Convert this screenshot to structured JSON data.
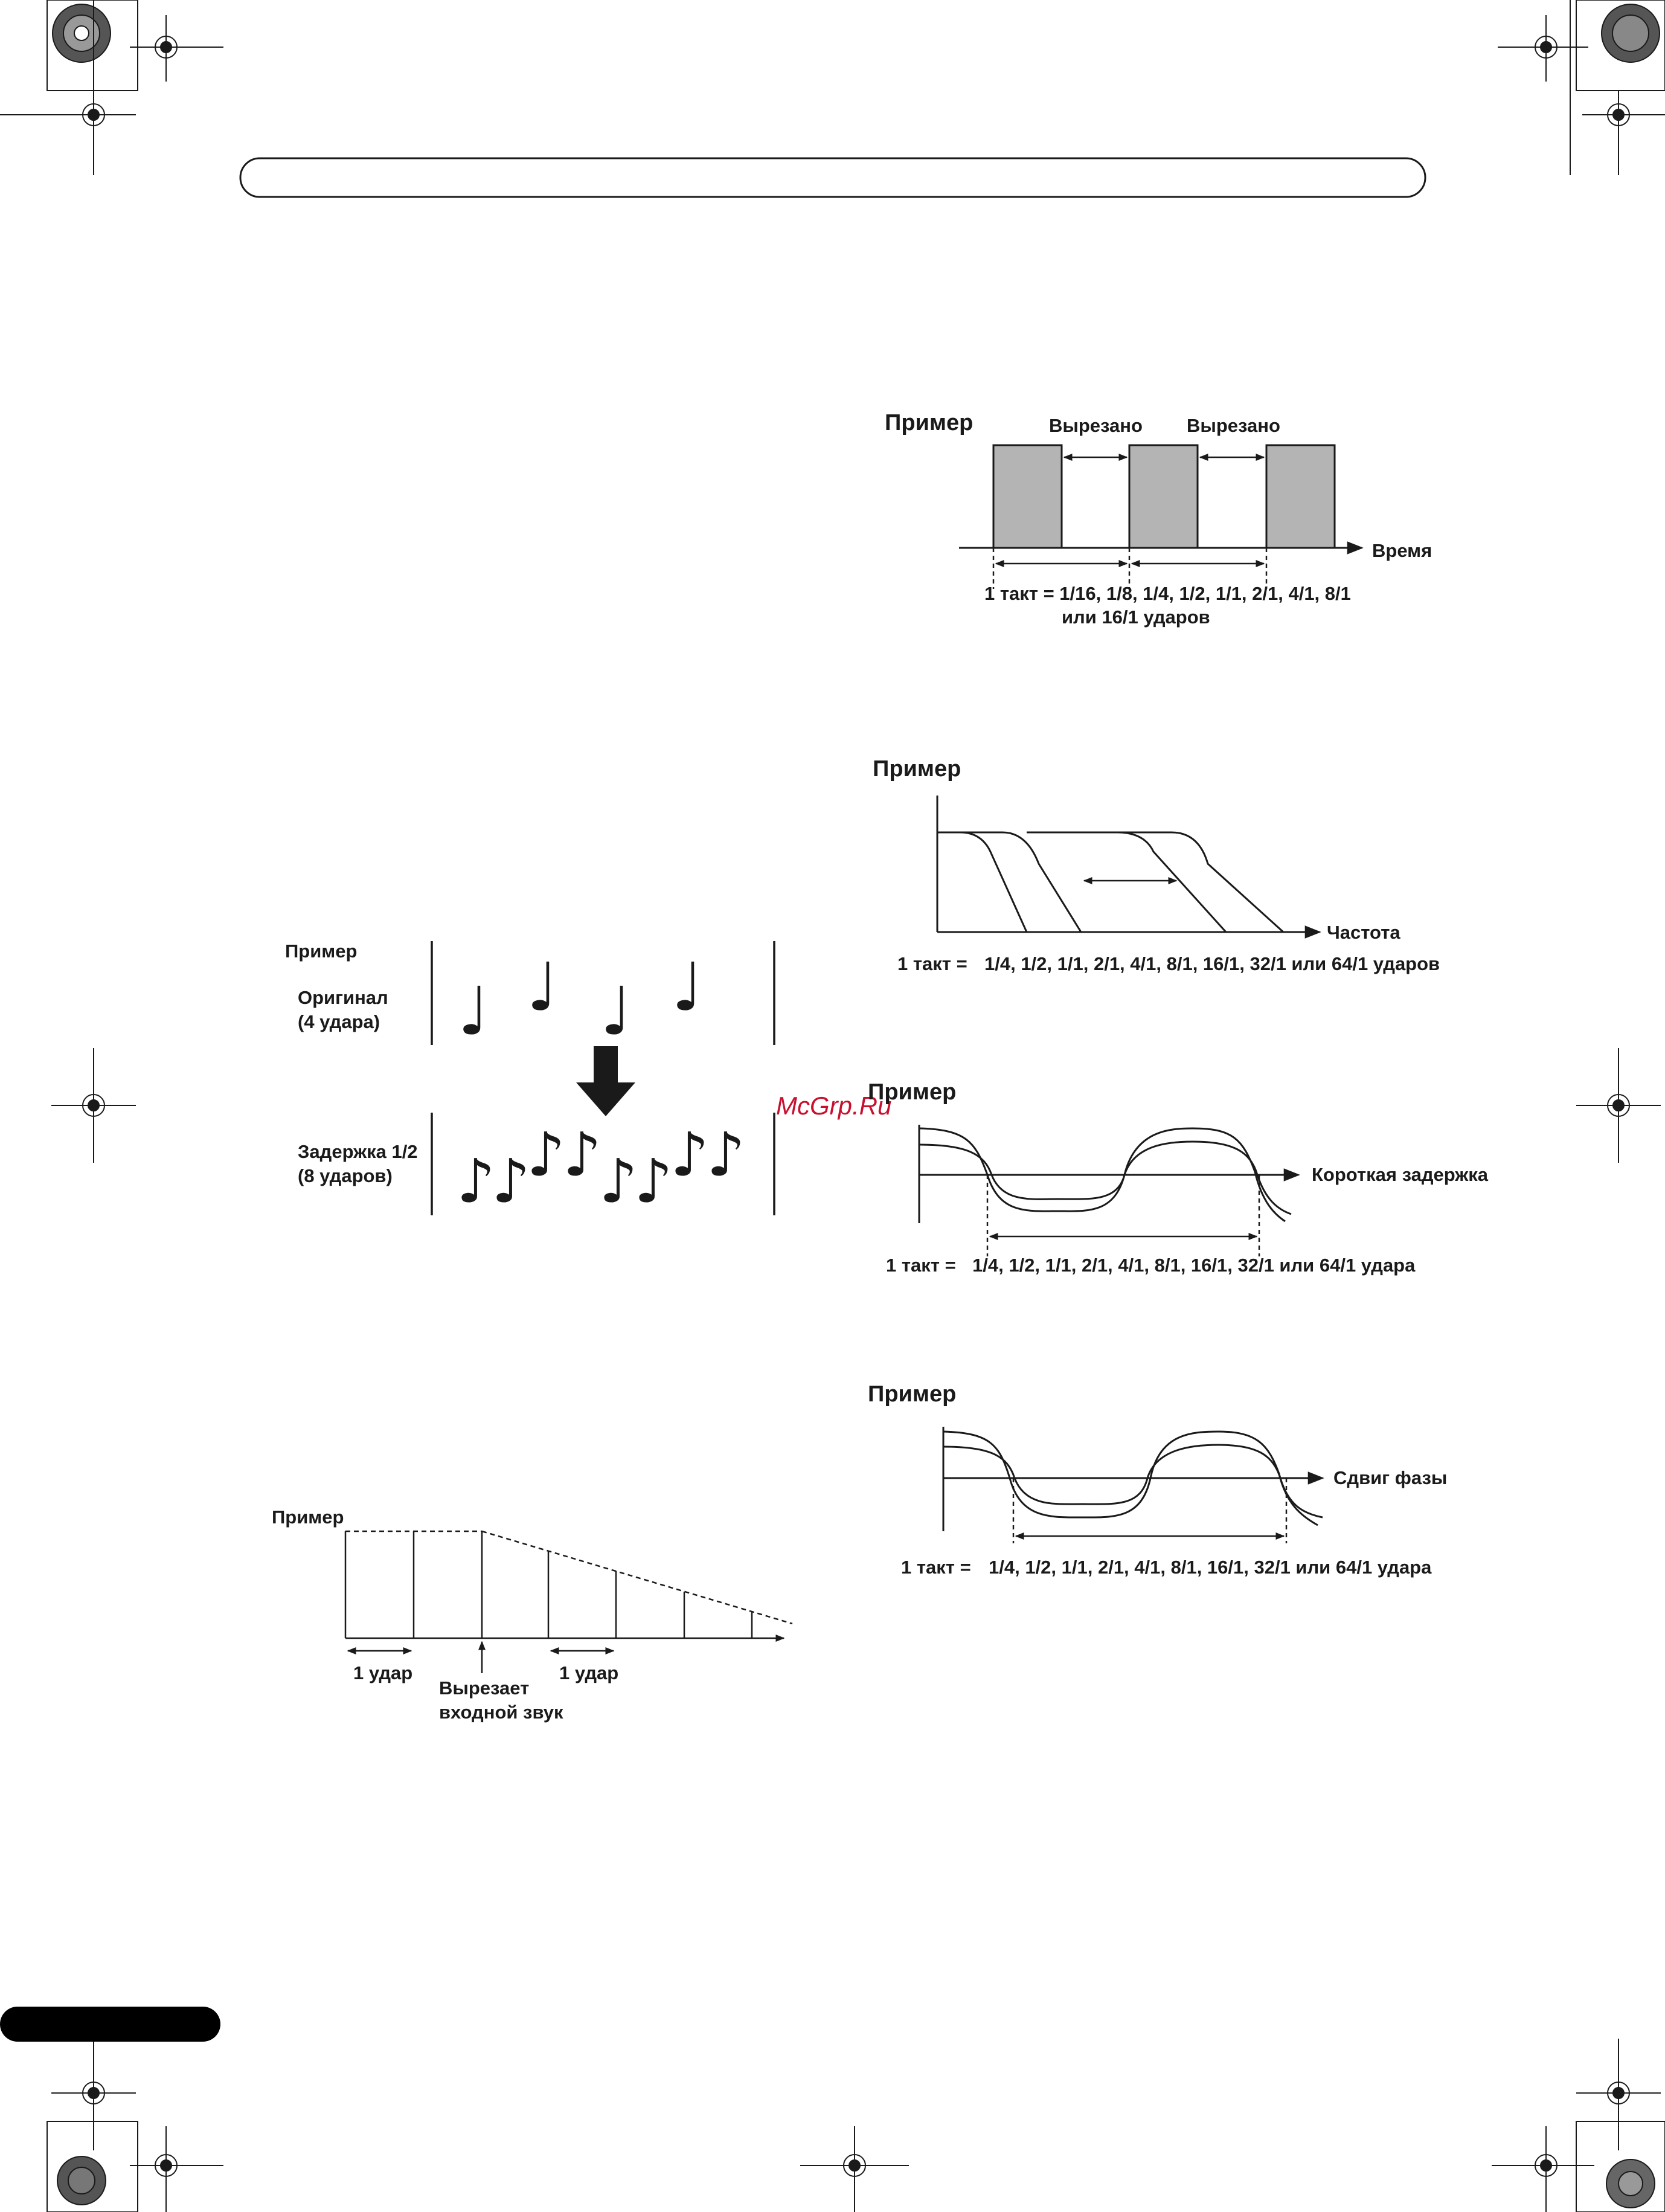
{
  "watermark": "McGrp.Ru",
  "gate_diagram": {
    "title": "Пример",
    "cut_label_1": "Вырезано",
    "cut_label_2": "Вырезано",
    "axis_label": "Время",
    "caption_line1": "1 такт = 1/16, 1/8, 1/4, 1/2, 1/1, 2/1, 4/1, 8/1",
    "caption_line2": "или 16/1 ударов"
  },
  "filter_diagram": {
    "title": "Пример",
    "axis_label": "Частота",
    "caption_prefix": "1 такт =",
    "caption_values": "1/4, 1/2, 1/1, 2/1, 4/1, 8/1, 16/1, 32/1 или 64/1 ударов"
  },
  "delay_notes": {
    "title": "Пример",
    "original_line1": "Оригинал",
    "original_line2": "(4 удара)",
    "delay_line1": "Задержка 1/2",
    "delay_line2": "(8 ударов)",
    "quarter_note": "♩",
    "eighth_note": "♪"
  },
  "flanger_diagram": {
    "title": "Пример",
    "axis_label": "Короткая задержка",
    "caption_prefix": "1 такт =",
    "caption_values": "1/4, 1/2, 1/1, 2/1, 4/1, 8/1, 16/1, 32/1 или 64/1 удара"
  },
  "phaser_diagram": {
    "title": "Пример",
    "axis_label": "Сдвиг фазы",
    "caption_prefix": "1 такт =",
    "caption_values": "1/4, 1/2, 1/1, 2/1, 4/1, 8/1, 16/1, 32/1 или 64/1 удара"
  },
  "echo_diagram": {
    "title": "Пример",
    "beat_label_1": "1 удар",
    "beat_label_2": "1 удар",
    "cut_line1": "Вырезает",
    "cut_line2": "входной звук"
  }
}
